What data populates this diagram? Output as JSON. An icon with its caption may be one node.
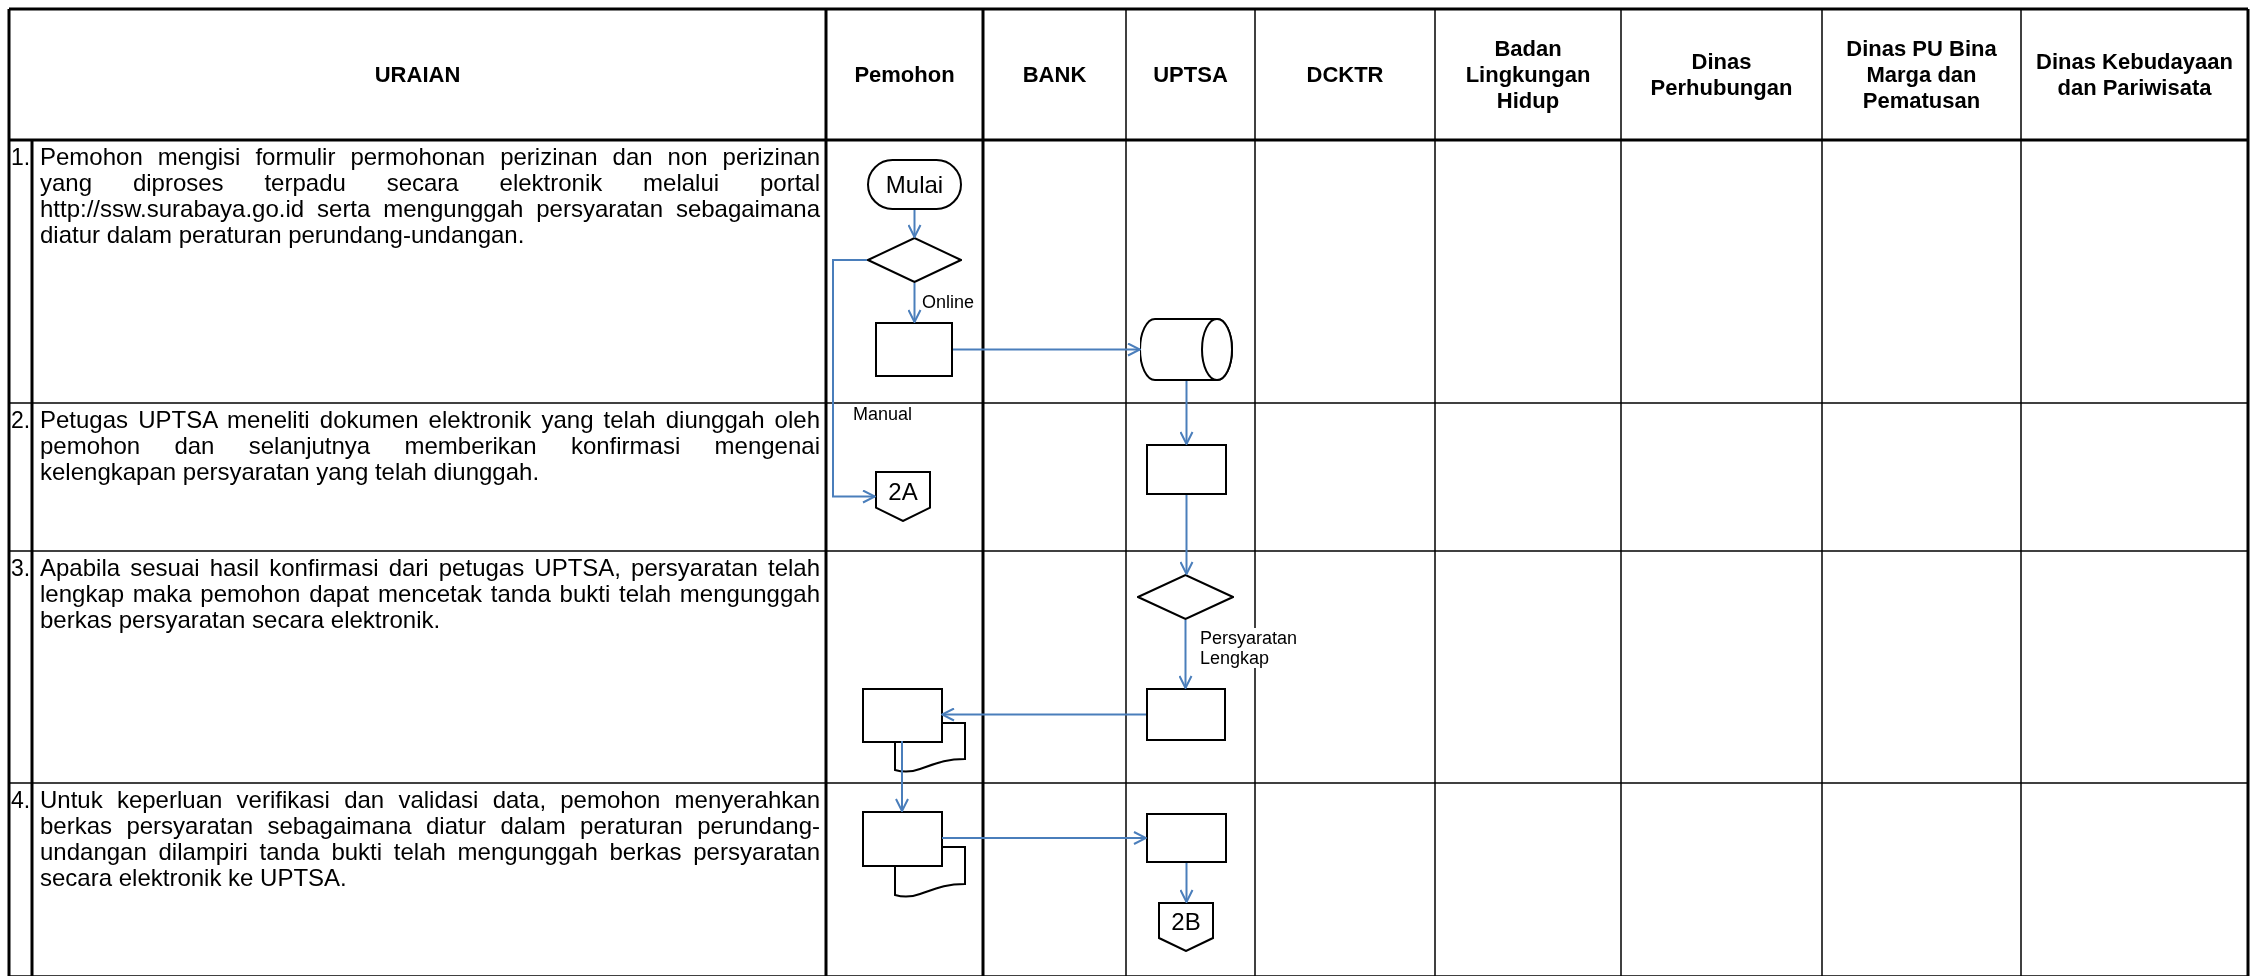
{
  "diagram": {
    "nodes": [
      {
        "text": [
          "Mulai"
        ]
      },
      {
        "text": [],
        "shape": "diamond"
      },
      {
        "text": [],
        "shape": "box"
      },
      {
        "text": [],
        "shape": "cylinder"
      },
      {
        "text": [
          "2A"
        ]
      },
      {
        "text": [],
        "shape": "box"
      },
      {
        "text": [],
        "shape": "diamond"
      },
      {
        "text": [],
        "shape": "box"
      },
      {
        "text": [],
        "shape": "document"
      },
      {
        "text": [],
        "shape": "document"
      },
      {
        "text": [],
        "shape": "box"
      },
      {
        "text": [
          "2B"
        ]
      }
    ],
    "edges": [
      {
        "from": 0,
        "to": 1,
        "arrow": "to"
      },
      {
        "from": 1,
        "to": 2,
        "arrow": "to",
        "label": "Online"
      },
      {
        "from": 1,
        "to": 4,
        "arrow": "to",
        "label": "Manual"
      },
      {
        "from": 2,
        "to": 3,
        "arrow": "to"
      },
      {
        "from": 3,
        "to": 5,
        "arrow": "to"
      },
      {
        "from": 5,
        "to": 6,
        "arrow": "to"
      },
      {
        "from": 6,
        "to": 7,
        "arrow": "to",
        "label": "Persyaratan Lengkap"
      },
      {
        "from": 7,
        "to": 8,
        "arrow": "to"
      },
      {
        "from": 8,
        "to": 9,
        "arrow": "to"
      },
      {
        "from": 9,
        "to": 10,
        "arrow": "to"
      },
      {
        "from": 10,
        "to": 11,
        "arrow": "to"
      }
    ],
    "labels": [
      "URAIAN",
      "Pemohon",
      "BANK",
      "UPTSA",
      "DCKTR",
      "Badan Lingkungan Hidup",
      "Dinas Perhubungan",
      "Dinas PU Bina Marga dan Pematusan",
      "Dinas Kebudayaan dan Pariwisata",
      "1.",
      "Pemohon mengisi formulir permohonan perizinan dan non perizinan yang diproses terpadu secara elektronik melalui portal http://ssw.surabaya.go.id serta mengunggah persyaratan sebagaimana diatur dalam peraturan perundang-undangan.",
      "2.",
      "Petugas UPTSA meneliti dokumen elektronik yang telah diunggah oleh pemohon dan selanjutnya memberikan konfirmasi mengenai kelengkapan persyaratan yang telah diunggah.",
      "3.",
      "Apabila sesuai hasil konfirmasi dari petugas UPTSA, persyaratan telah lengkap maka pemohon dapat mencetak tanda bukti telah mengunggah berkas persyaratan secara elektronik.",
      "4.",
      "Untuk keperluan verifikasi dan validasi data, pemohon menyerahkan berkas persyaratan sebagaimana diatur dalam peraturan perundang-undangan dilampiri tanda bukti telah mengunggah berkas persyaratan secara elektronik ke UPTSA."
    ]
  }
}
